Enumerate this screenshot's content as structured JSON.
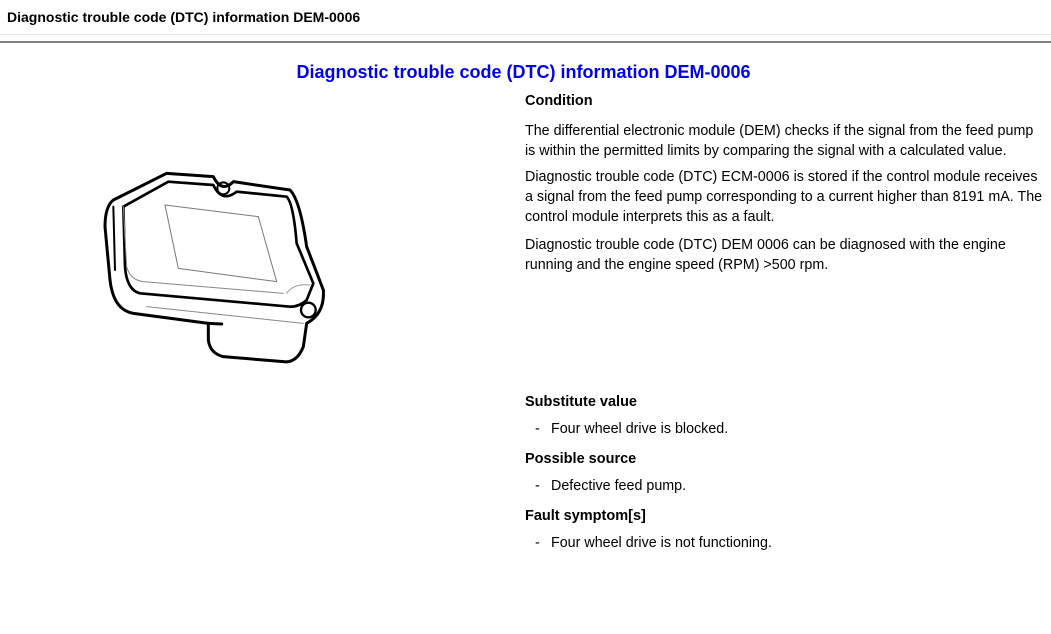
{
  "header": {
    "title": "Diagnostic trouble code (DTC) information DEM-0006"
  },
  "main": {
    "heading": "Diagnostic trouble code (DTC) information DEM-0006",
    "condition": {
      "label": "Condition",
      "paragraphs": [
        "The differential electronic module (DEM) checks if the signal from the feed pump is within the permitted limits by comparing the signal with a calculated value.",
        "Diagnostic trouble code (DTC) ECM-0006 is stored if the control module receives a signal from the feed pump corresponding to a current higher than 8191 mA. The control module interprets this as a fault.",
        "Diagnostic trouble code (DTC) DEM 0006 can be diagnosed with the engine running and the engine speed (RPM) >500 rpm."
      ]
    },
    "substitute": {
      "label": "Substitute value",
      "items": [
        "Four wheel drive is blocked."
      ]
    },
    "source": {
      "label": "Possible source",
      "items": [
        "Defective feed pump."
      ]
    },
    "symptoms": {
      "label": "Fault symptom[s]",
      "items": [
        "Four wheel drive is not functioning."
      ]
    },
    "bullet": "-"
  }
}
